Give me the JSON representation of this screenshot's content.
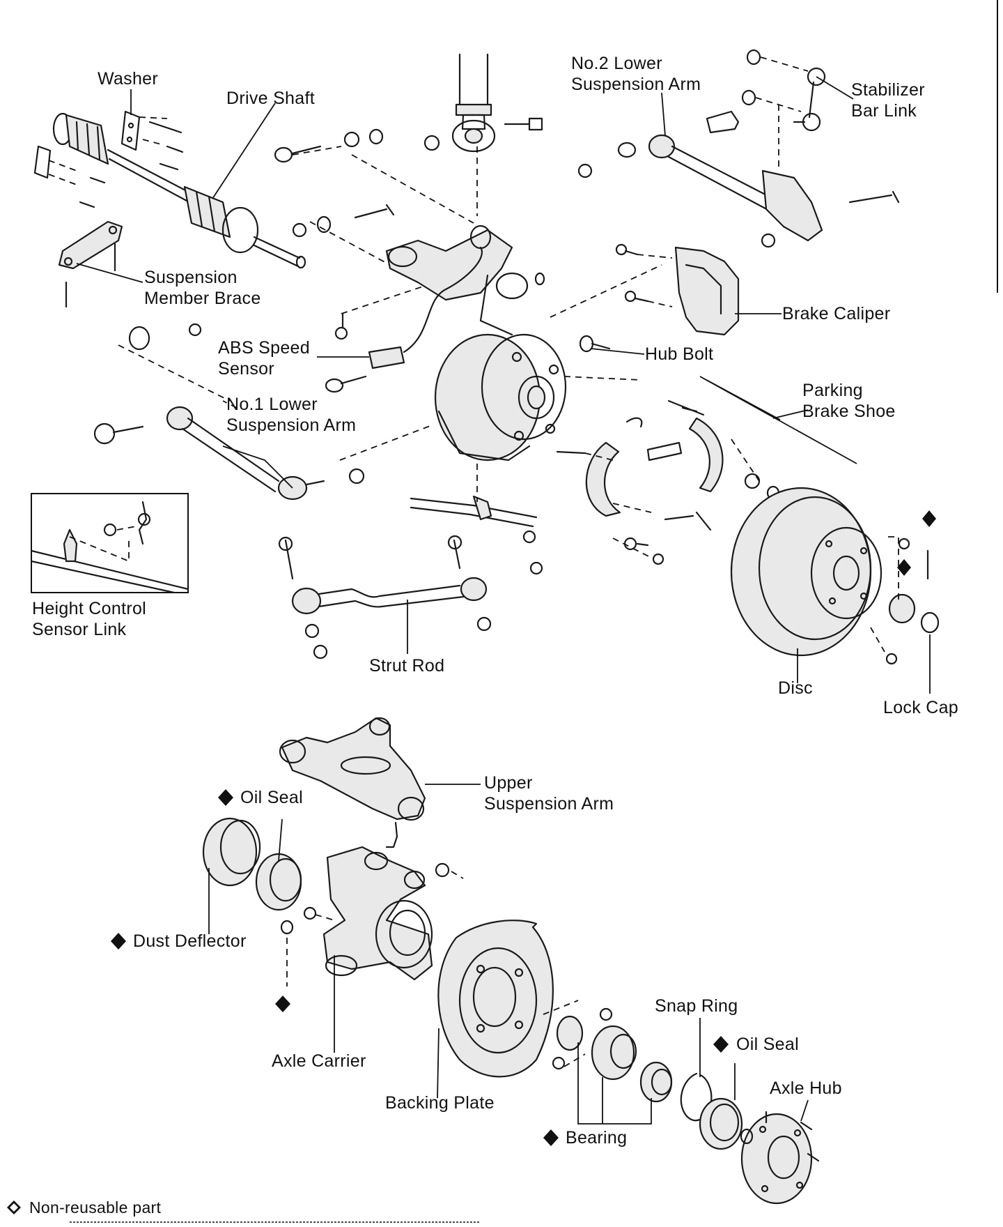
{
  "labels": {
    "washer": "Washer",
    "drive_shaft": "Drive Shaft",
    "no2_lower_arm_1": "No.2 Lower",
    "no2_lower_arm_2": "Suspension Arm",
    "stabilizer_1": "Stabilizer",
    "stabilizer_2": "Bar Link",
    "member_brace_1": "Suspension",
    "member_brace_2": "Member Brace",
    "abs_1": "ABS Speed",
    "abs_2": "Sensor",
    "brake_caliper": "Brake Caliper",
    "hub_bolt": "Hub Bolt",
    "parking_1": "Parking",
    "parking_2": "Brake Shoe",
    "no1_lower_arm_1": "No.1 Lower",
    "no1_lower_arm_2": "Suspension Arm",
    "height_1": "Height Control",
    "height_2": "Sensor Link",
    "strut_rod": "Strut Rod",
    "disc": "Disc",
    "lock_cap": "Lock Cap",
    "upper_arm_1": "Upper",
    "upper_arm_2": "Suspension Arm",
    "oil_seal_upper": "Oil Seal",
    "dust_deflector": "Dust Deflector",
    "axle_carrier": "Axle Carrier",
    "backing_plate": "Backing Plate",
    "snap_ring": "Snap Ring",
    "oil_seal_lower": "Oil Seal",
    "axle_hub": "Axle Hub",
    "bearing": "Bearing",
    "legend": "Non-reusable part"
  }
}
